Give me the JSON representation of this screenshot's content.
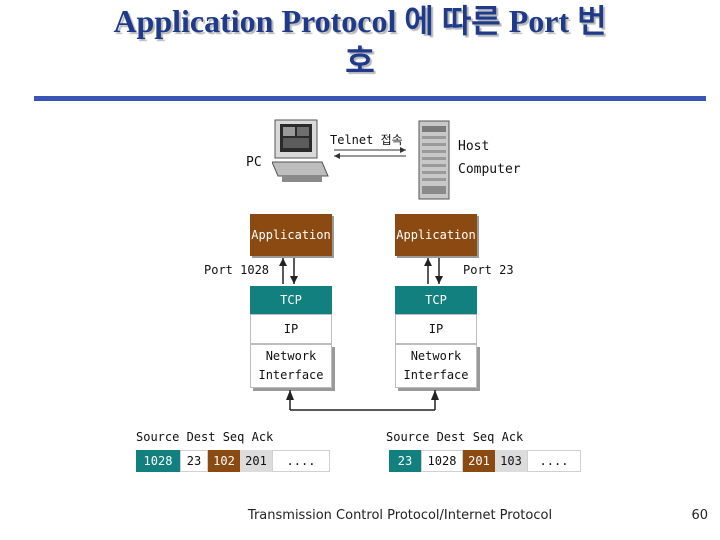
{
  "title": {
    "line1": "Application Protocol 에 따른 Port 번",
    "line2": "호"
  },
  "top": {
    "telnet": "Telnet 접속",
    "pc": "PC",
    "host_line1": "Host",
    "host_line2": "Computer"
  },
  "left_stack": {
    "application": "Application",
    "port": "Port 1028",
    "tcp": "TCP",
    "ip": "IP",
    "network_line1": "Network",
    "network_line2": "Interface"
  },
  "right_stack": {
    "application": "Application",
    "port": "Port 23",
    "tcp": "TCP",
    "ip": "IP",
    "network_line1": "Network",
    "network_line2": "Interface"
  },
  "left_header": {
    "labels": "Source Dest  Seq  Ack",
    "source": "1028",
    "dest": "23",
    "seq": "102",
    "ack": "201",
    "rest": "...."
  },
  "right_header": {
    "labels": "Source Dest  Seq  Ack",
    "source": "23",
    "dest": "1028",
    "seq": "201",
    "ack": "103",
    "rest": "...."
  },
  "footer": "Transmission Control Protocol/Internet Protocol",
  "page_number": "60",
  "colors": {
    "title": "#1f3a8a",
    "rule": "#3a55b5",
    "application": "#8b4a12",
    "tcp": "#138080",
    "seq_field": "#8b4a12",
    "ack_field": "#dcdcdc"
  },
  "icons": [
    "pc-icon",
    "host-computer-icon",
    "bidirectional-arrow-icon"
  ]
}
